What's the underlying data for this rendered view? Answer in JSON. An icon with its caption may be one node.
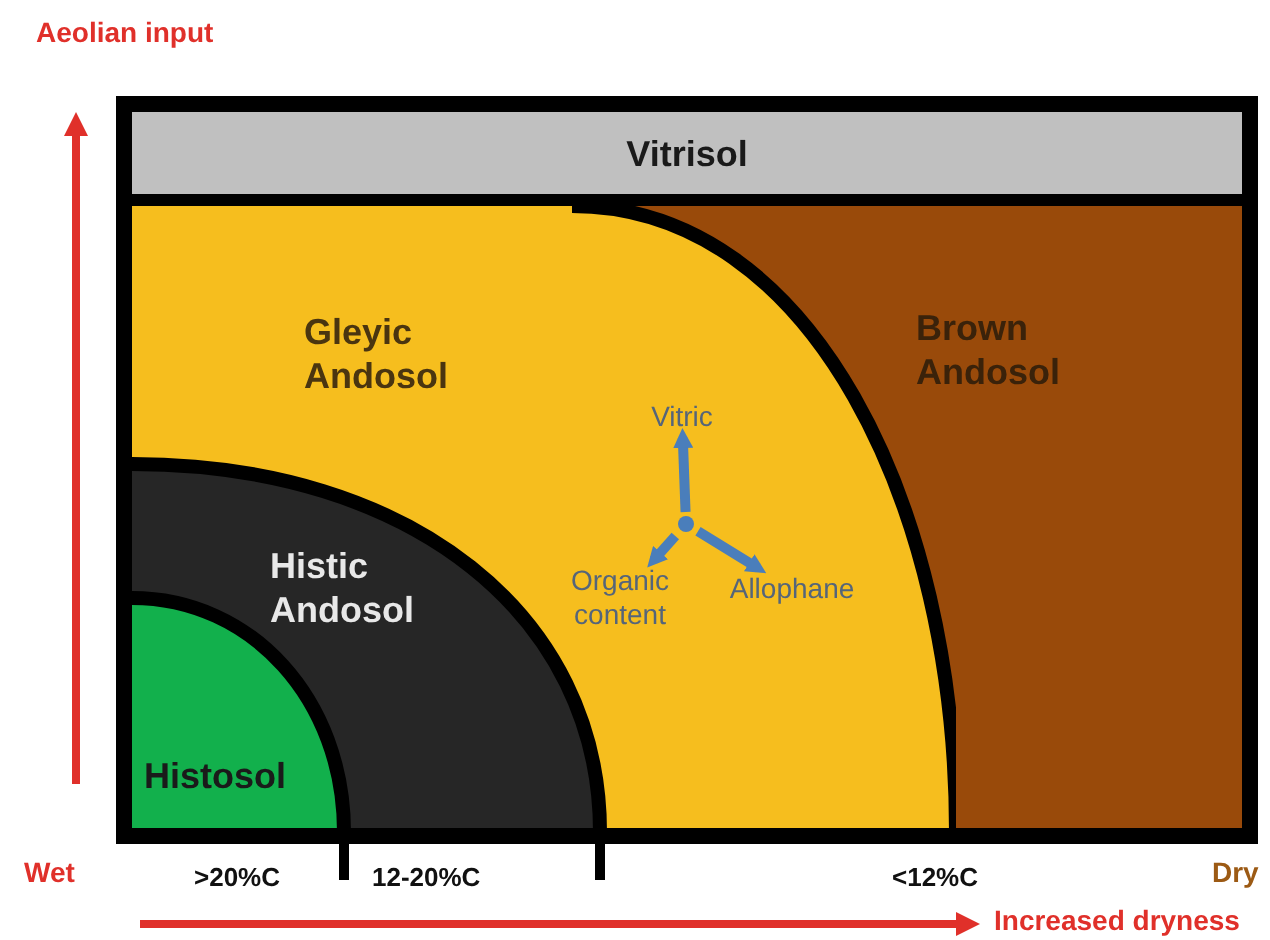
{
  "diagram": {
    "nodes": [
      {
        "text": [
          "Vitrisol"
        ]
      },
      {
        "text": [
          "Gleyic Andosol"
        ],
        "in": 2
      },
      {
        "text": [
          "Brown Andosol"
        ]
      },
      {
        "text": [
          "Histic Andosol"
        ],
        "in": 1
      },
      {
        "text": [
          "Histosol"
        ],
        "in": 3
      },
      {
        "text": [
          "Vitric"
        ],
        "in": 1
      },
      {
        "text": [
          "Organic content"
        ],
        "in": 1
      },
      {
        "text": [
          "Allophane"
        ],
        "in": 1
      },
      {
        "text": [],
        "shape": "point",
        "in": 1
      }
    ],
    "edges": [
      {
        "from": 8,
        "to": 5,
        "arrow": "to"
      },
      {
        "from": 8,
        "to": 6,
        "arrow": "to"
      },
      {
        "from": 8,
        "to": 7,
        "arrow": "to"
      }
    ],
    "labels": [
      "Aeolian input",
      "Wet",
      ">20%C",
      "12-20%C",
      "<12%C",
      "Dry",
      "Increased dryness"
    ]
  }
}
